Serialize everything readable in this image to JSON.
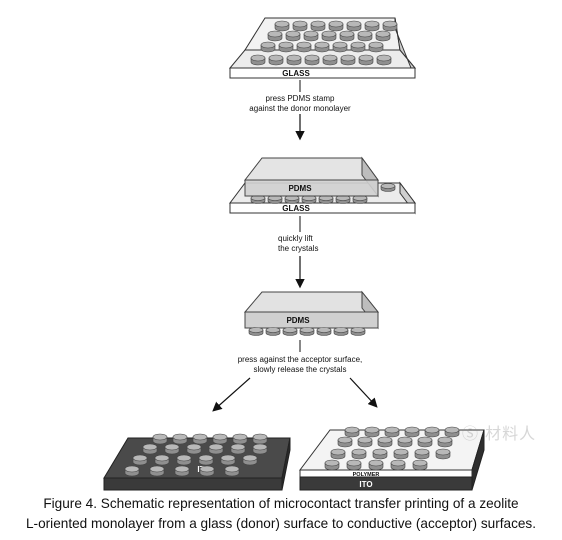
{
  "labels": {
    "glass": "GLASS",
    "pdms": "PDMS",
    "ito": "ITO",
    "polymer": "POLYMER"
  },
  "steps": {
    "step1_line1": "press PDMS stamp",
    "step1_line2": "against the donor monolayer",
    "step2_line1": "quickly lift",
    "step2_line2": "the crystals",
    "step3_line1": "press against the acceptor surface,",
    "step3_line2": "slowly release the crystals"
  },
  "caption": {
    "line1": "Figure 4. Schematic representation of microcontact transfer printing of a zeolite",
    "line2": "L-oriented monolayer from a glass (donor) surface to conductive (acceptor) surfaces."
  },
  "watermark": "Ⓢ 材料人",
  "colors": {
    "glass_top": "#ececec",
    "glass_front": "#ffffff",
    "pdms": "#d8d8d8",
    "ito_dark": "#4a4a4a",
    "crystal": "#b8b8b8"
  }
}
